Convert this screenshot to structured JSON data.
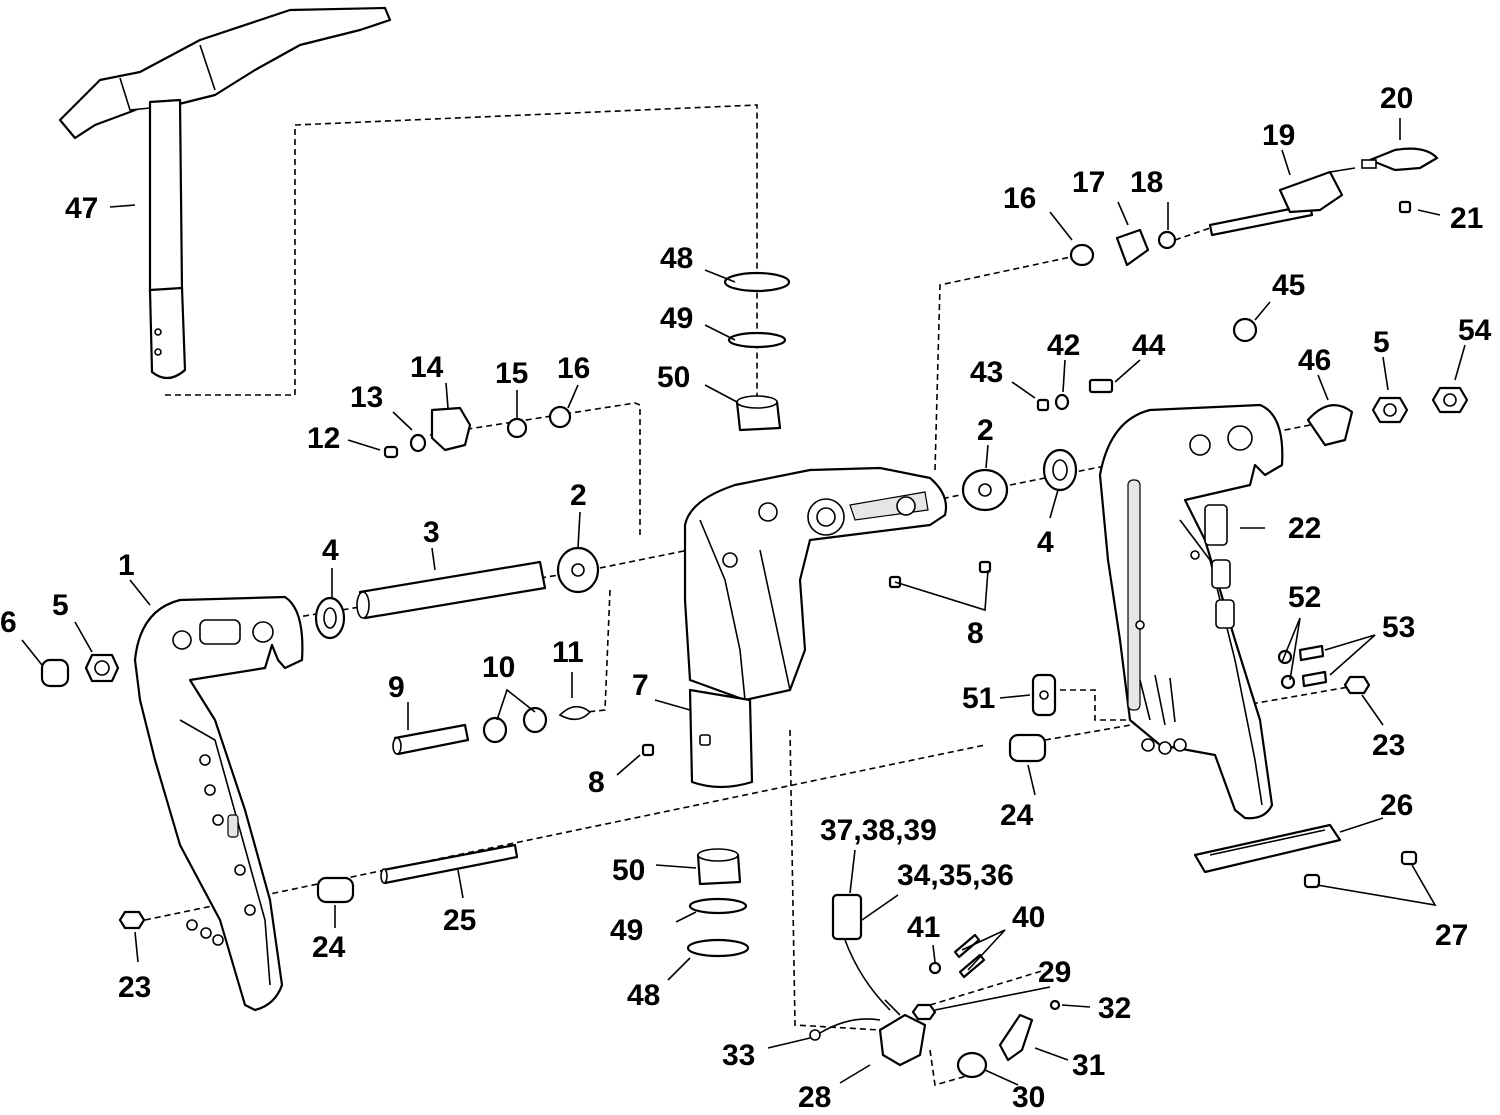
{
  "callouts": {
    "c1": "1",
    "c2a": "2",
    "c2b": "2",
    "c3": "3",
    "c4a": "4",
    "c4b": "4",
    "c5a": "5",
    "c5b": "5",
    "c6": "6",
    "c7": "7",
    "c8a": "8",
    "c8b": "8",
    "c9": "9",
    "c10": "10",
    "c11": "11",
    "c12": "12",
    "c13": "13",
    "c14": "14",
    "c15": "15",
    "c16a": "16",
    "c16b": "16",
    "c17": "17",
    "c18": "18",
    "c19": "19",
    "c20": "20",
    "c21": "21",
    "c22": "22",
    "c23a": "23",
    "c23b": "23",
    "c24a": "24",
    "c24b": "24",
    "c25": "25",
    "c26": "26",
    "c27": "27",
    "c28": "28",
    "c29": "29",
    "c30": "30",
    "c31": "31",
    "c32": "32",
    "c33": "33",
    "c343536": "34,35,36",
    "c373839": "37,38,39",
    "c40": "40",
    "c41": "41",
    "c42": "42",
    "c43": "43",
    "c44": "44",
    "c45": "45",
    "c46": "46",
    "c47": "47",
    "c48a": "48",
    "c48b": "48",
    "c49a": "49",
    "c49b": "49",
    "c50a": "50",
    "c50b": "50",
    "c51": "51",
    "c52": "52",
    "c53": "53",
    "c54": "54"
  }
}
